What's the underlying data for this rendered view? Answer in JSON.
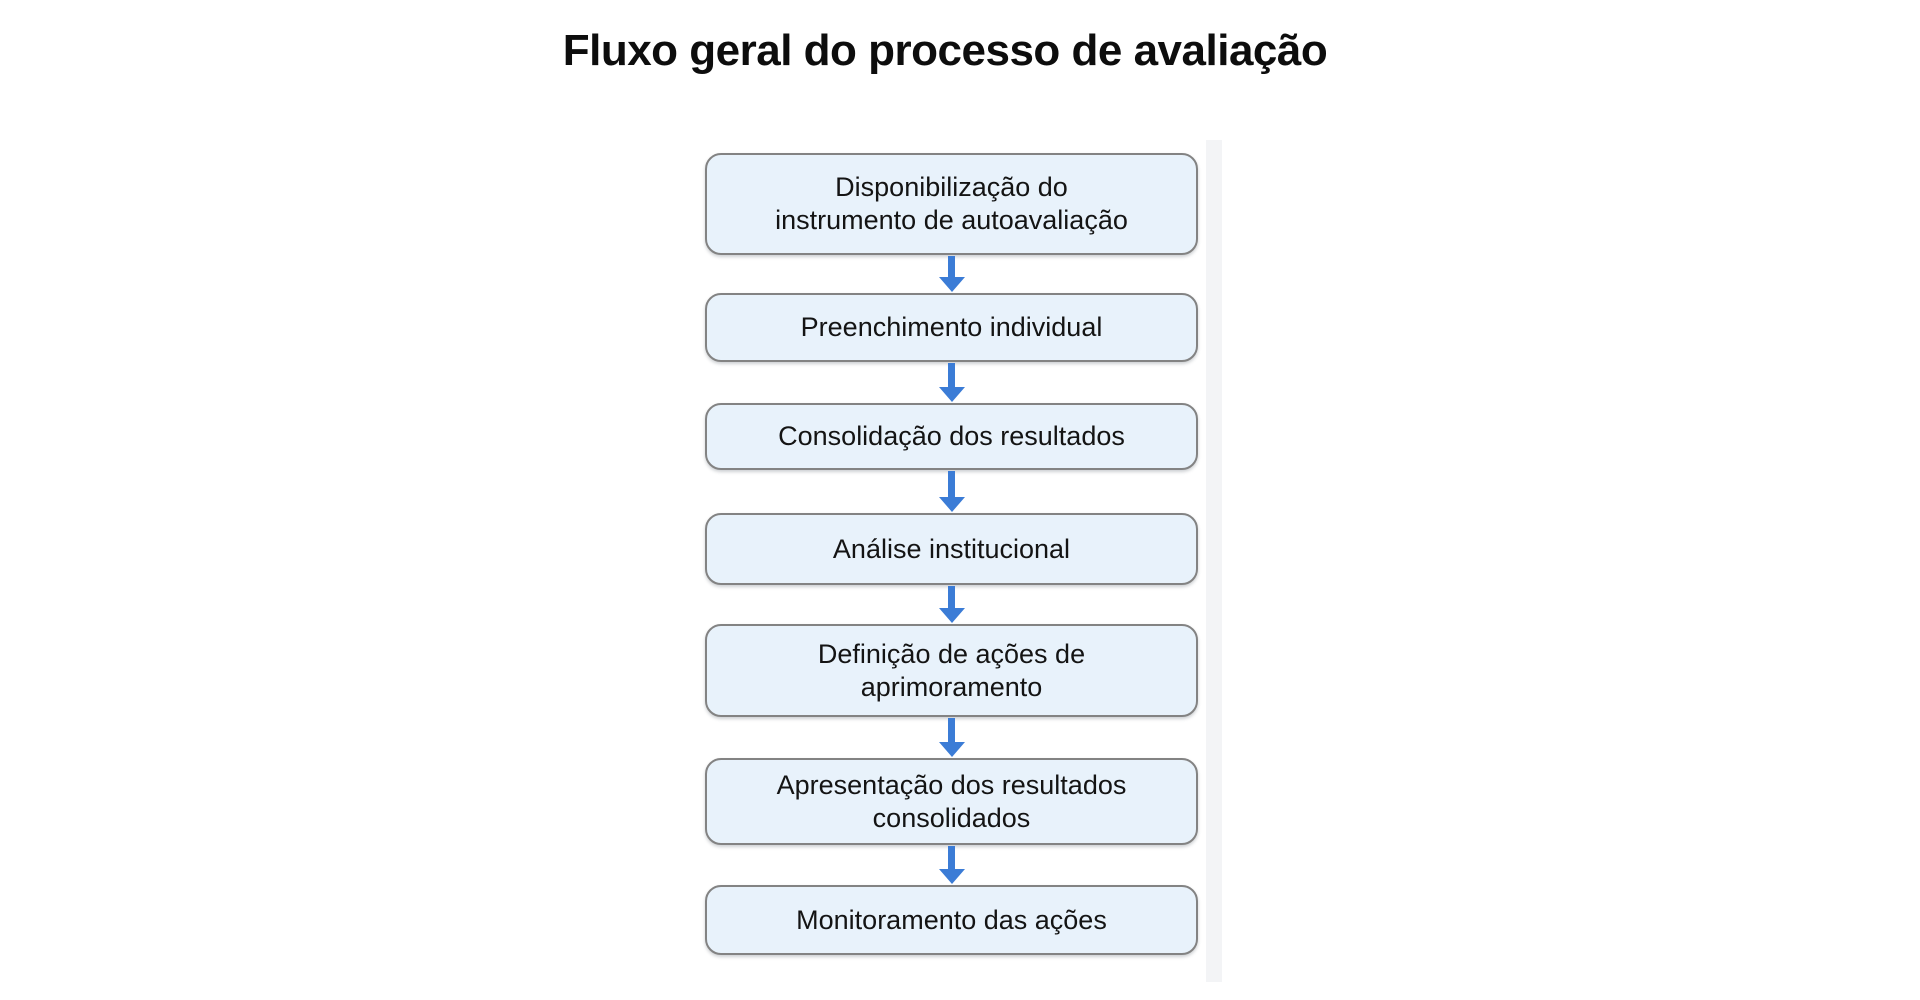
{
  "title": "Fluxo geral do processo de avaliação",
  "flowchart": {
    "steps": [
      {
        "label": "Disponibilização do\ninstrumento de autoavaliação"
      },
      {
        "label": "Preenchimento individual"
      },
      {
        "label": "Consolidação dos resultados"
      },
      {
        "label": "Análise institucional"
      },
      {
        "label": "Definição de ações de\naprimoramento"
      },
      {
        "label": "Apresentação dos resultados\nconsolidados"
      },
      {
        "label": "Monitoramento das ações"
      }
    ],
    "connector_icon": "down-arrow",
    "colors": {
      "box_fill": "#E8F2FB",
      "box_border": "#838383",
      "arrow_blue": "#3B7CD6",
      "title_text": "#0D0D0D",
      "step_text": "#141414",
      "background": "#FFFFFF"
    }
  }
}
